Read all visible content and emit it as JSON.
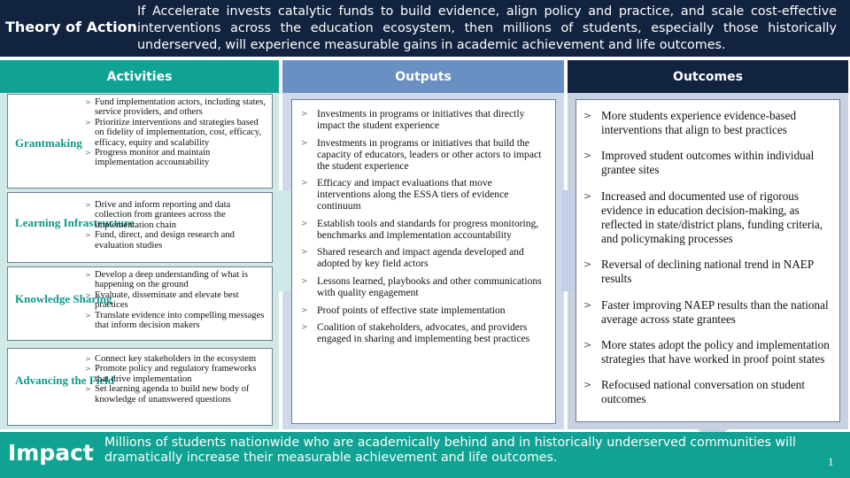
{
  "theory": {
    "label": "Theory of Action",
    "text": "If Accelerate invests catalytic funds to build evidence, align policy and practice, and scale cost-effective interventions across the education ecosystem, then millions of students, especially those historically underserved, will experience measurable gains in academic achievement and life outcomes."
  },
  "columns": {
    "activities": "Activities",
    "outputs": "Outputs",
    "outcomes": "Outcomes"
  },
  "activities": [
    {
      "label": "Grantmaking",
      "items": [
        "Fund implementation actors, including states, service providers, and others",
        "Prioritize interventions and strategies based on fidelity of implementation, cost, efficacy, efficacy, equity and scalability",
        "Progress monitor and maintain implementation accountability"
      ]
    },
    {
      "label": "Learning Infrastructure",
      "items": [
        "Drive and inform reporting and data collection from grantees across the implementation chain",
        "Fund, direct, and design research and evaluation studies"
      ]
    },
    {
      "label": "Knowledge Sharing",
      "items": [
        "Develop a deep understanding of what is happening on the ground",
        "Evaluate, disseminate and elevate best practices",
        "Translate evidence into compelling messages that  inform decision makers"
      ]
    },
    {
      "label": "Advancing the Field",
      "items": [
        "Connect key stakeholders in the ecosystem",
        "Promote policy and regulatory frameworks that drive implementation",
        "Set learning agenda to build new body of knowledge of unanswered questions"
      ]
    }
  ],
  "outputs": [
    "Investments in programs or initiatives that directly impact the student experience",
    "Investments in programs or initiatives that build the capacity of educators, leaders or other actors to impact the student experience",
    "Efficacy and impact evaluations that move interventions along the ESSA tiers of evidence continuum",
    "Establish tools and standards for progress monitoring, benchmarks and implementation accountability",
    "Shared research and impact agenda developed and adopted by key field actors",
    "Lessons learned, playbooks and other communications with quality engagement",
    "Proof points of effective state implementation",
    "Coalition of stakeholders, advocates, and providers engaged in sharing and implementing best practices"
  ],
  "outcomes": [
    "More students experience evidence-based interventions that align to best practices",
    "Improved student outcomes within individual grantee sites",
    "Increased and documented use of rigorous evidence in education decision-making, as reflected in state/district plans, funding criteria, and policymaking processes",
    "Reversal of declining national trend in NAEP results",
    "Faster improving NAEP results than the national average across state grantees",
    "More states adopt the policy and implementation strategies that have worked in proof point states",
    "Refocused national conversation on student outcomes"
  ],
  "bullet_marker": ">",
  "impact": {
    "label": "Impact",
    "text": "Millions of students nationwide who are academically behind and in historically underserved communities will dramatically increase their measurable achievement and life outcomes."
  },
  "page_number": "1",
  "colors": {
    "navy": "#12233f",
    "teal": "#10a293",
    "blue": "#6a8fc3"
  }
}
